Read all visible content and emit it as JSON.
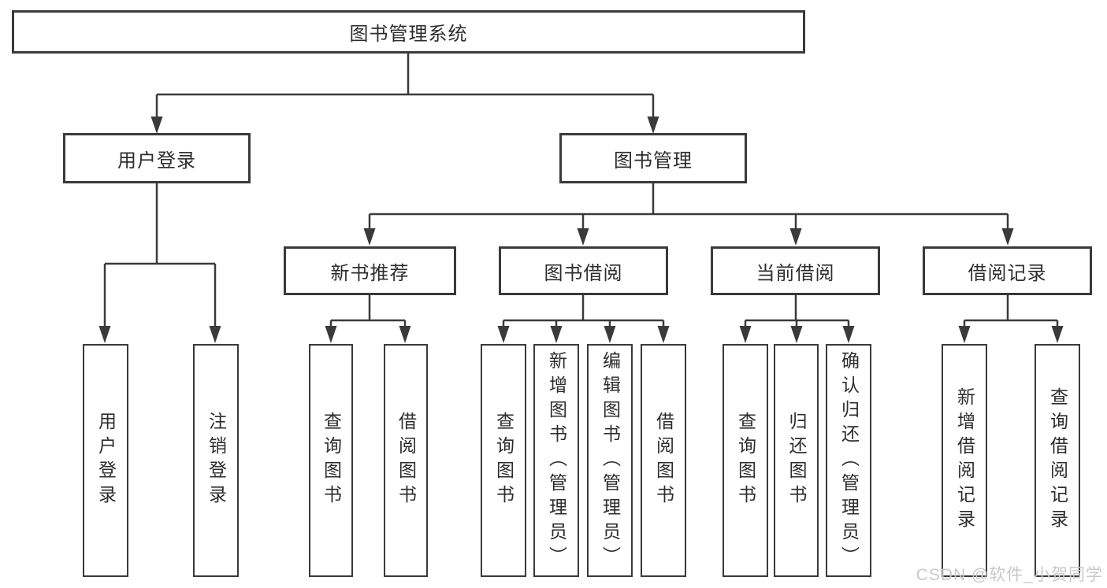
{
  "colors": {
    "line": "#3a3a3a",
    "text": "#2d2d2d",
    "box_bg": "#ffffff",
    "watermark": "#c9c9c9"
  },
  "root": {
    "label": "图书管理系统"
  },
  "level2": {
    "user_login": {
      "label": "用户登录"
    },
    "book_mgmt": {
      "label": "图书管理"
    }
  },
  "level3": {
    "new_book_rec": {
      "label": "新书推荐"
    },
    "book_borrow": {
      "label": "图书借阅"
    },
    "current_borrow": {
      "label": "当前借阅"
    },
    "borrow_record": {
      "label": "借阅记录"
    }
  },
  "leaves": {
    "user_login": [
      "用户登录",
      "注销登录"
    ],
    "new_book_rec": [
      "查询图书",
      "借阅图书"
    ],
    "book_borrow": [
      "查询图书",
      "新增图书（管理员）",
      "编辑图书（管理员）",
      "借阅图书"
    ],
    "current_borrow": [
      "查询图书",
      "归还图书",
      "确认归还（管理员）"
    ],
    "borrow_record": [
      "新增借阅记录",
      "查询借阅记录"
    ]
  },
  "watermark": "CSDN @软件_小贺同学"
}
